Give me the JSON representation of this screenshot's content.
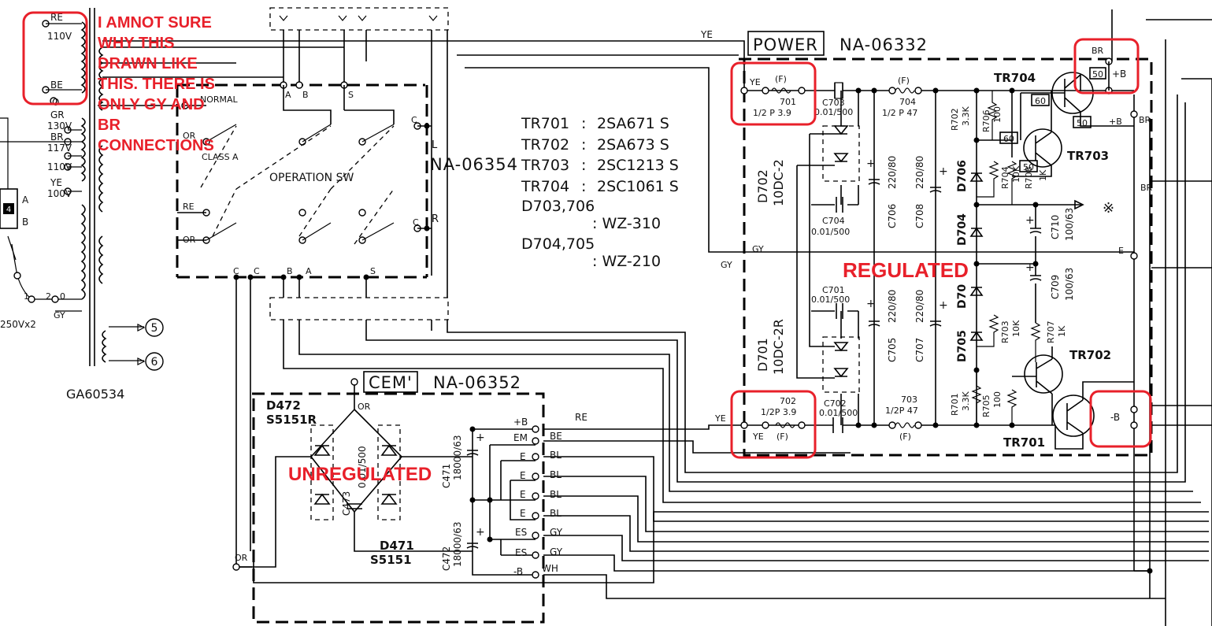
{
  "notes": {
    "annotation_lines": [
      "I AMNOT SURE",
      "WHY THIS",
      "DRAWN LIKE",
      "THIS. THERE IS",
      "ONLY GY AND",
      "BR",
      "CONNECTIONS"
    ],
    "regulated": "REGULATED",
    "unregulated": "UNREGULATED"
  },
  "transformer": {
    "part": "GA60534",
    "taps": [
      "RE",
      "110V",
      "BE",
      "O",
      "GR",
      "130V",
      "BR",
      "117V",
      "110V",
      "YE",
      "100V"
    ],
    "secondary": [
      "A",
      "B",
      "1",
      "2",
      "0",
      "GY",
      "250Vx2"
    ],
    "outputs": [
      "5",
      "6"
    ],
    "fuse": "4"
  },
  "operation_switch": {
    "label": "OPERATION SW",
    "board": "NA-06354",
    "labels": [
      "NORMAL",
      "OR",
      "CLASS A",
      "RE",
      "OR",
      "C",
      "C",
      "B",
      "A",
      "S",
      "C",
      "L",
      "R",
      "A",
      "B",
      "S",
      "C"
    ]
  },
  "power_board": {
    "title": "POWER",
    "board": "NA-06332",
    "wires": [
      "YE",
      "YE",
      "GY",
      "GY",
      "BR",
      "BR",
      "BR",
      "E",
      "YE"
    ],
    "fuse_top": [
      "YE",
      "(F)",
      "701",
      "1/2 P  3.9"
    ],
    "fuse_bottom": [
      "702",
      "1/2P  3.9",
      "YE",
      "(F)"
    ],
    "fuse_704": [
      "(F)",
      "704",
      "1/2 P  47"
    ],
    "fuse_703": [
      "703",
      "1/2P  47",
      "(F)"
    ],
    "terminals": [
      "BR",
      "50",
      "+B",
      "+B",
      "BR",
      "-B"
    ],
    "transistors": [
      "TR704",
      "TR703",
      "TR702",
      "TR701"
    ],
    "transistor_tags": [
      "60",
      "50",
      "60",
      "50"
    ],
    "diode_bridges": [
      "D702",
      "10DC-2",
      "D701",
      "10DC-2R"
    ],
    "zeners": [
      "D706",
      "D704",
      "D70",
      "D705"
    ],
    "caps": [
      "C703",
      "0.01/500",
      "C704",
      "0.01/500",
      "C701",
      "0.01/500",
      "C702",
      "0.01/500",
      "C706",
      "220/80",
      "C708",
      "220/80",
      "C705",
      "220/80",
      "C707",
      "220/80",
      "C710",
      "100/63",
      "C709",
      "100/63"
    ],
    "resistors": [
      "R702",
      "3.3K",
      "R706",
      "100",
      "R704",
      "10K",
      "R708",
      "1K",
      "R703",
      "10K",
      "R707",
      "1K",
      "R701",
      "3.3K",
      "R705",
      "100"
    ],
    "output_mark": "※"
  },
  "parts_list": [
    [
      "TR701",
      ":",
      "2SA671 S"
    ],
    [
      "TR702",
      ":",
      "2SA673 S"
    ],
    [
      "TR703",
      ":",
      "2SC1213 S"
    ],
    [
      "TR704",
      ":",
      "2SC1061 S"
    ],
    [
      "D703,706",
      "",
      ": WZ-310"
    ],
    [
      "D704,705",
      "",
      ": WZ-210"
    ]
  ],
  "cem_board": {
    "title": "CEM'",
    "board": "NA-06352",
    "labels": [
      "D472",
      "S5151R",
      "D471",
      "S5151",
      "OR",
      "OR",
      "C473",
      "0.01/500",
      "C471",
      "18000/63",
      "C472",
      "18000/63"
    ],
    "wire_terms": [
      "+B",
      "EM",
      "E",
      "E",
      "E",
      "E",
      "ES",
      "ES",
      "-B"
    ],
    "wire_colors": [
      "RE",
      "BE",
      "BL",
      "BL",
      "BL",
      "BL",
      "GY",
      "GY",
      "WH"
    ]
  }
}
